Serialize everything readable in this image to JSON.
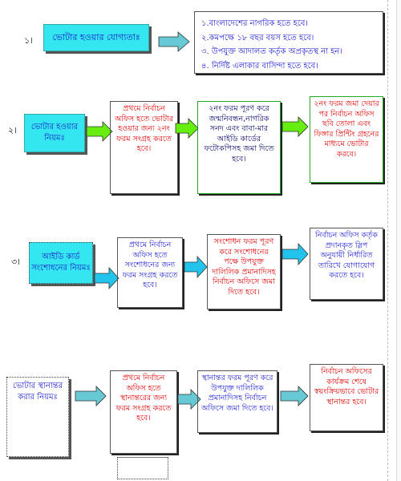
{
  "rows": [
    {
      "number": "১।",
      "label": "ভোটার হওয়ার যোগ্যতাঃ",
      "requirements": [
        "১.বাংলাদেশের নাগরিক হতে হবে।",
        "২.কমপক্ষে ১৮ বছর বয়স হতে হবে।",
        "৩. উপযুক্ত আদালত কর্তৃক অপ্রকৃতস্থ না হন।",
        "৪. নির্দিষ্ট এলাকার বাসিন্দা হতে হবে।"
      ]
    },
    {
      "number": "২।",
      "label": "ভোটার হওয়ার নিয়মঃ",
      "steps": [
        "প্রথমে নির্বাচন অফিস হতে ভোটার হওয়ার জন্য ২নং ফরম সংগ্রহ করতে হবে।",
        "২নং ফরম পূরণ করে জন্মনিবন্ধন,নাগরিক সনদ এবং বাবা-মার আইডি কার্ডের ফটোকপিসহ জমা দিতে হবে।",
        "২নং ফরম জমা দেয়ার পর নির্বাচন অফিস ছবি তোলা এবং ফিঙ্গার প্রিন্টিং গ্রহনের মাধ্যমে ভোটার করবে।"
      ]
    },
    {
      "number": "৩।",
      "label": "আইডি কার্ড সংশোধনের নিয়মঃ",
      "steps": [
        "প্রথমে নির্বাচন অফিস হতে সংশোধনের জন্য ফরম সংগ্রহ করতে হবে।",
        "সংশোধন ফরম পূরণ করে সংশোধনের পক্ষে উপযুক্ত দালিলিক প্রমানাদিসহ নির্বাচন অফিসে জমা দিতে হবে।",
        "নির্বাচন অফিস কর্তৃক প্রদানকৃত স্লিপ অনুযায়ী নির্ধারিত তারিখে যোগাযোগ করতে হবে।"
      ]
    },
    {
      "number": "",
      "label": "ভোটার স্থানান্তর করার নিয়মঃ",
      "steps": [
        "প্রথমে নির্বাচন অফিস হতে স্থানান্তরের জন্য ফরম সংগ্রহ করতে হবে।",
        "স্থানান্তর ফরম পূরণ করে উপযুক্ত দালিলিক প্রমানাদিসহ নির্বাচন অফিসে জমা দিতে হবে।",
        "নির্বাচন অফিসের কার্যক্রম শেষে স্বয়ংক্রিয়ভাবে ভোটার স্থানান্তর হবে।"
      ]
    }
  ],
  "colors": {
    "cyan": "#33e6ef",
    "blue_text": "#1a1ad0",
    "red_text": "#e00000",
    "arrow_green": "#66ee11",
    "arrow_teal": "#66c9d4",
    "arrow_cyan": "#22c4ee"
  }
}
